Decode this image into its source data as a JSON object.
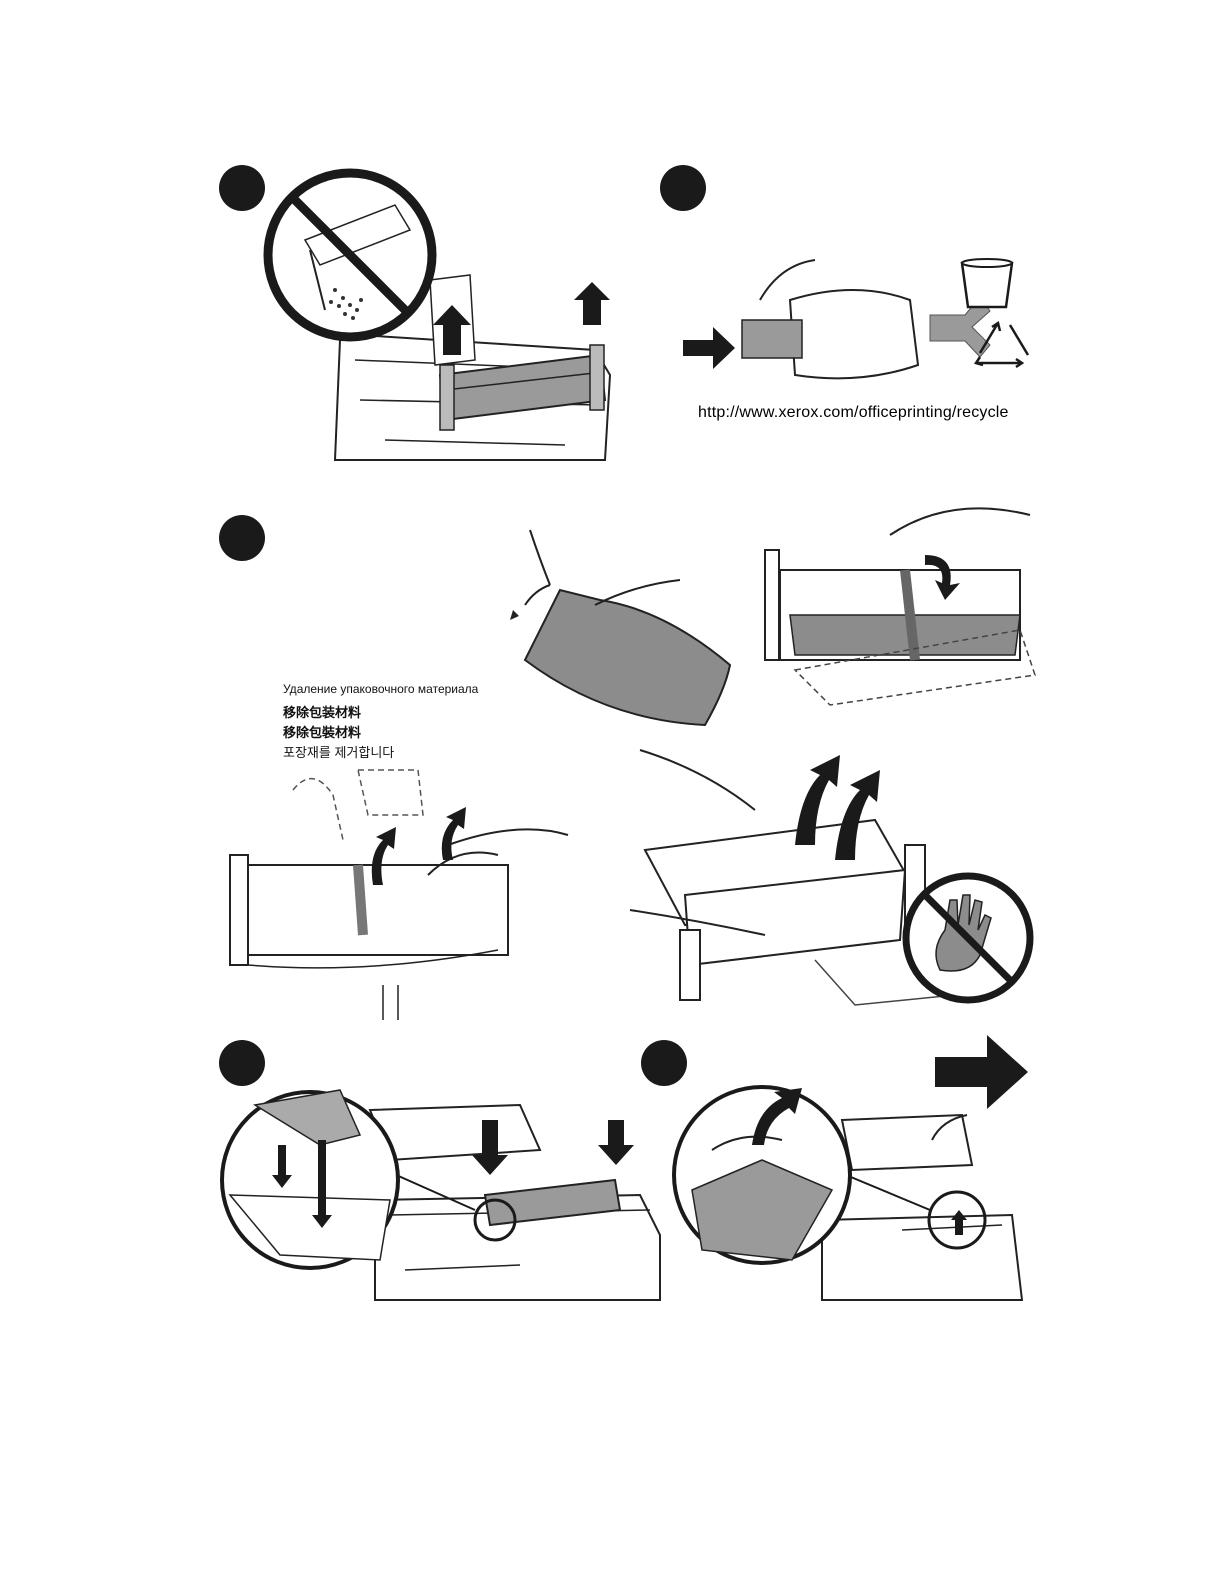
{
  "recycle_url": "http://www.xerox.com/officeprinting/recycle",
  "packaging_labels": {
    "ru": "Удаление упаковочного материала",
    "zh_simplified": "移除包装材料",
    "zh_traditional": "移除包裝材料",
    "ko": "포장재를 제거합니다"
  },
  "colors": {
    "ink": "#1a1a1a",
    "grey_fill": "#8c8c8c",
    "light_grey": "#d9d9d9"
  },
  "icons": [
    "step-marker",
    "prohibited-icon",
    "arrow-up-icon",
    "arrow-right-icon",
    "arrow-down-icon",
    "trash-bin-icon",
    "recycle-icon",
    "no-touch-hand-icon",
    "curved-arrow-icon"
  ]
}
